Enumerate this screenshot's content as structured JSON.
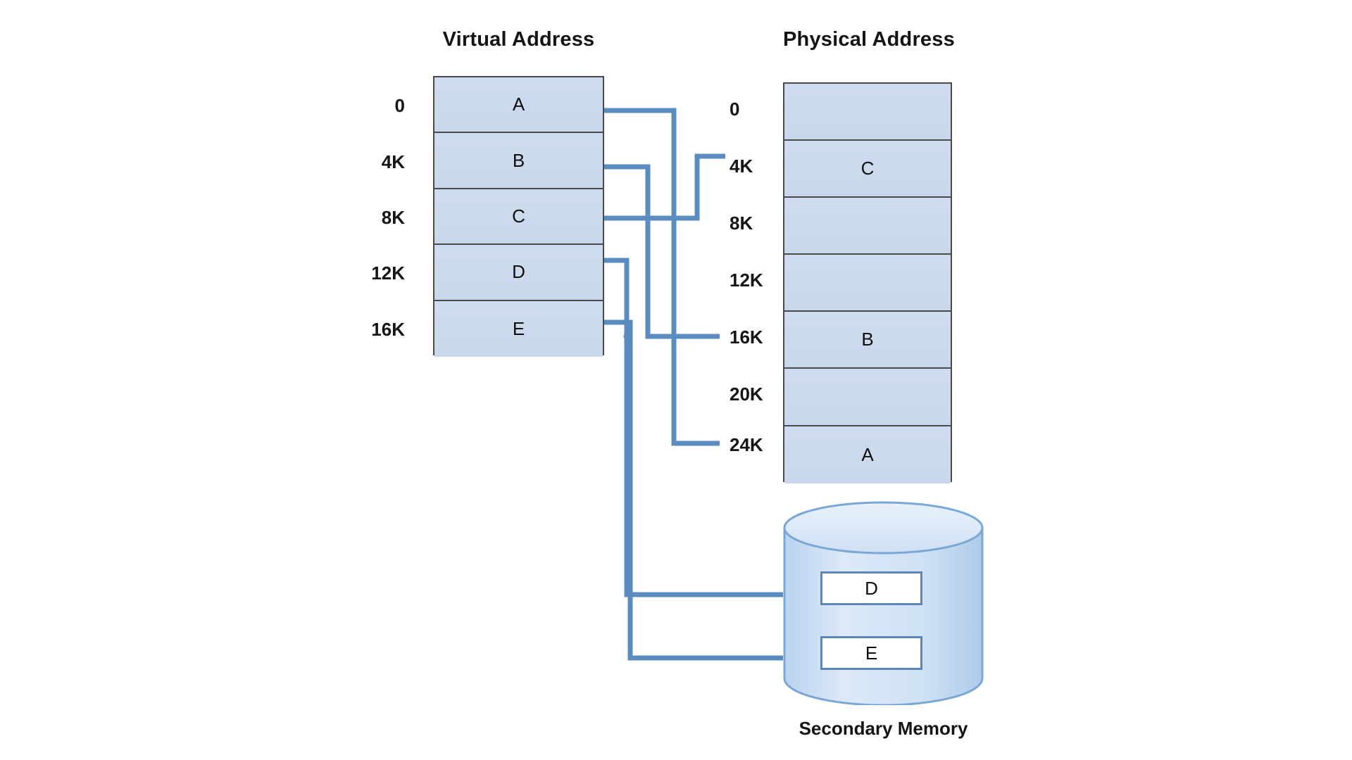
{
  "diagram": {
    "kind": "virtual-memory-mapping",
    "titles": {
      "virtual": "Virtual Address",
      "physical": "Physical Address",
      "secondary": "Secondary Memory"
    },
    "colors": {
      "cell_fill": "#ccd9ed",
      "cell_border": "#4a4a4a",
      "wire": "#5b8cc0",
      "disk_fill": "#c6ddf4",
      "disk_border": "#7aa7d4",
      "slot_border": "#5b87b8",
      "text": "#141414",
      "background": "#ffffff"
    },
    "virtual_memory": {
      "label": "Virtual Address",
      "addresses": [
        "0",
        "4K",
        "8K",
        "12K",
        "16K"
      ],
      "pages": [
        {
          "address": "0",
          "page": "A"
        },
        {
          "address": "4K",
          "page": "B"
        },
        {
          "address": "8K",
          "page": "C"
        },
        {
          "address": "12K",
          "page": "D"
        },
        {
          "address": "16K",
          "page": "E"
        }
      ]
    },
    "physical_memory": {
      "label": "Physical Address",
      "addresses": [
        "0",
        "4K",
        "8K",
        "12K",
        "16K",
        "20K",
        "24K"
      ],
      "frames": [
        {
          "address": "0",
          "page": ""
        },
        {
          "address": "4K",
          "page": "C"
        },
        {
          "address": "8K",
          "page": ""
        },
        {
          "address": "12K",
          "page": ""
        },
        {
          "address": "16K",
          "page": "B"
        },
        {
          "address": "20K",
          "page": ""
        },
        {
          "address": "24K",
          "page": "A"
        }
      ]
    },
    "secondary_memory": {
      "label": "Secondary Memory",
      "slots": [
        {
          "page": "D"
        },
        {
          "page": "E"
        }
      ]
    },
    "mappings": [
      {
        "from_page": "A",
        "from_address": "0",
        "to": "physical",
        "to_address": "24K"
      },
      {
        "from_page": "B",
        "from_address": "4K",
        "to": "physical",
        "to_address": "16K"
      },
      {
        "from_page": "C",
        "from_address": "8K",
        "to": "physical",
        "to_address": "4K"
      },
      {
        "from_page": "D",
        "from_address": "12K",
        "to": "secondary",
        "to_address": "D"
      },
      {
        "from_page": "E",
        "from_address": "16K",
        "to": "secondary",
        "to_address": "E"
      }
    ]
  }
}
